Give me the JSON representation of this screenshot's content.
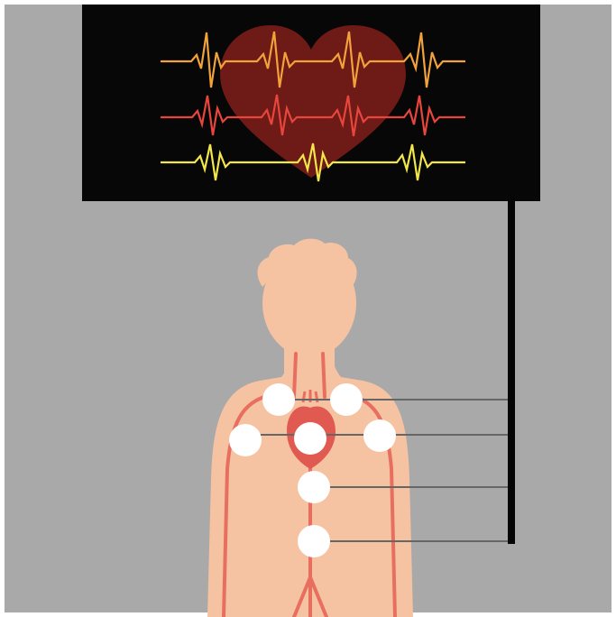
{
  "illustration": {
    "subject": "ecg-electrode-placement",
    "monitor": {
      "icon": "heart-icon",
      "traces": [
        {
          "name": "trace-orange",
          "color": "#f2a23a"
        },
        {
          "name": "trace-red",
          "color": "#e8453c"
        },
        {
          "name": "trace-yellow",
          "color": "#f3e64a"
        }
      ]
    },
    "electrodes": {
      "count": 7,
      "icon": "electrode-icon"
    },
    "colors": {
      "background": "#a9a9a9",
      "screen": "#070707",
      "skin": "#f5c3a2",
      "artery": "#e86f60",
      "heart": "#e05a52",
      "electrode": "#ffffff",
      "wire": "#666666"
    }
  }
}
